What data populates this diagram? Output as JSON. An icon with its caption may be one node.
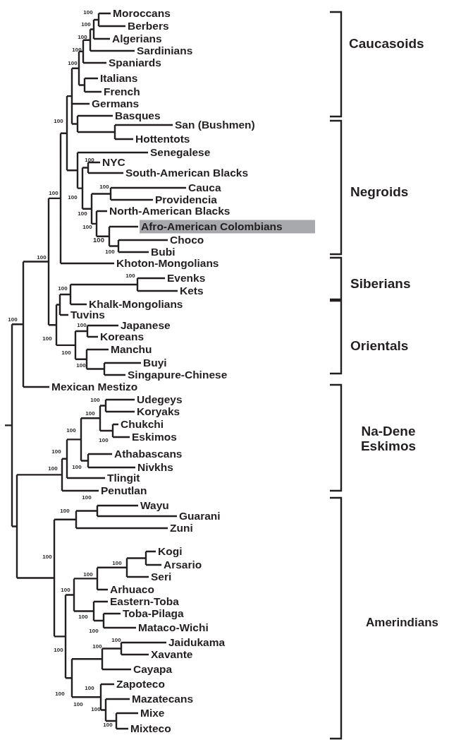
{
  "diagram": {
    "nodes": [
      {
        "text": [
          "Afro-American Colombians"
        ]
      }
    ],
    "labels": [
      "100",
      "Moroccans",
      "100",
      "Berbers",
      "100",
      "Algerians",
      "Caucasoids",
      "100",
      "Sardinians",
      "100",
      "Spaniards",
      "Italians",
      "French",
      "Germans",
      "Basques",
      "100",
      "San (Bushmen)",
      "Hottentots",
      "Senegalese",
      "100",
      "NYC",
      "South-American Blacks",
      "100",
      "Cauca",
      "Negroids",
      "100",
      "100",
      "Providencia",
      "100",
      "North-American Blacks",
      "100",
      "100",
      "Choco",
      "100",
      "Bubi",
      "100",
      "Khoton-Mongolians",
      "100",
      "Evenks",
      "Siberians",
      "100",
      "Kets",
      "Khalk-Mongolians",
      "Tuvins",
      "100",
      "100",
      "Japanese",
      "100",
      "Koreans",
      "Orientals",
      "Manchu",
      "100",
      "Buyi",
      "100",
      "Singapure-Chinese",
      "Mexican Mestizo",
      "100",
      "Udegeys",
      "Koryaks",
      "100",
      "Chukchi",
      "100",
      "Eskimos",
      "Na-Dene Eskimos",
      "100",
      "100",
      "Athabascans",
      "100",
      "100",
      "Nivkhs",
      "Tlingit",
      "Penutlan",
      "100",
      "Wayu",
      "100",
      "Guarani",
      "Zuni",
      "Kogi",
      "100",
      "Arsario",
      "100",
      "Seri",
      "100",
      "Arhuaco",
      "100",
      "Eastern-Toba",
      "Toba-Pilaga",
      "100",
      "Amerindians",
      "Mataco-Wichi",
      "100",
      "100",
      "Jaidukama",
      "100",
      "100",
      "Xavante",
      "Cayapa",
      "Zapoteco",
      "100",
      "100",
      "Mazatecans",
      "100",
      "100",
      "Mixe",
      "100",
      "Mixteco"
    ]
  }
}
